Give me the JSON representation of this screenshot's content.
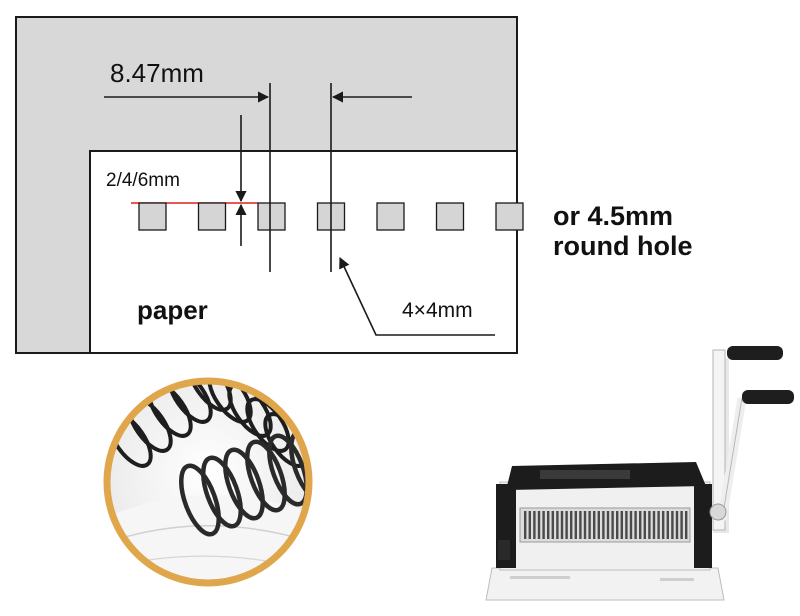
{
  "diagram": {
    "dimensions": {
      "hole_pitch": "8.47mm",
      "margin_options": "2/4/6mm",
      "hole_size": "4×4mm"
    },
    "labels": {
      "paper": "paper",
      "alt_hole_line1": "or 4.5mm",
      "alt_hole_line2": "round hole"
    },
    "hole_count": 7,
    "colors": {
      "cover": "#d8d8d8",
      "paper": "#ffffff",
      "hole_fill": "#d5d5d5",
      "outline": "#1a1a1a",
      "margin_line": "#e0201a",
      "coil_ring": "#e0a64c",
      "wire": "#1e1e1e",
      "machine_body": "#f0f0f0",
      "machine_dark": "#1c1c1c"
    }
  },
  "images": {
    "wire_coil_closeup": "wire-binding-coils-photo",
    "binding_machine": "wire-binding-machine-photo"
  }
}
